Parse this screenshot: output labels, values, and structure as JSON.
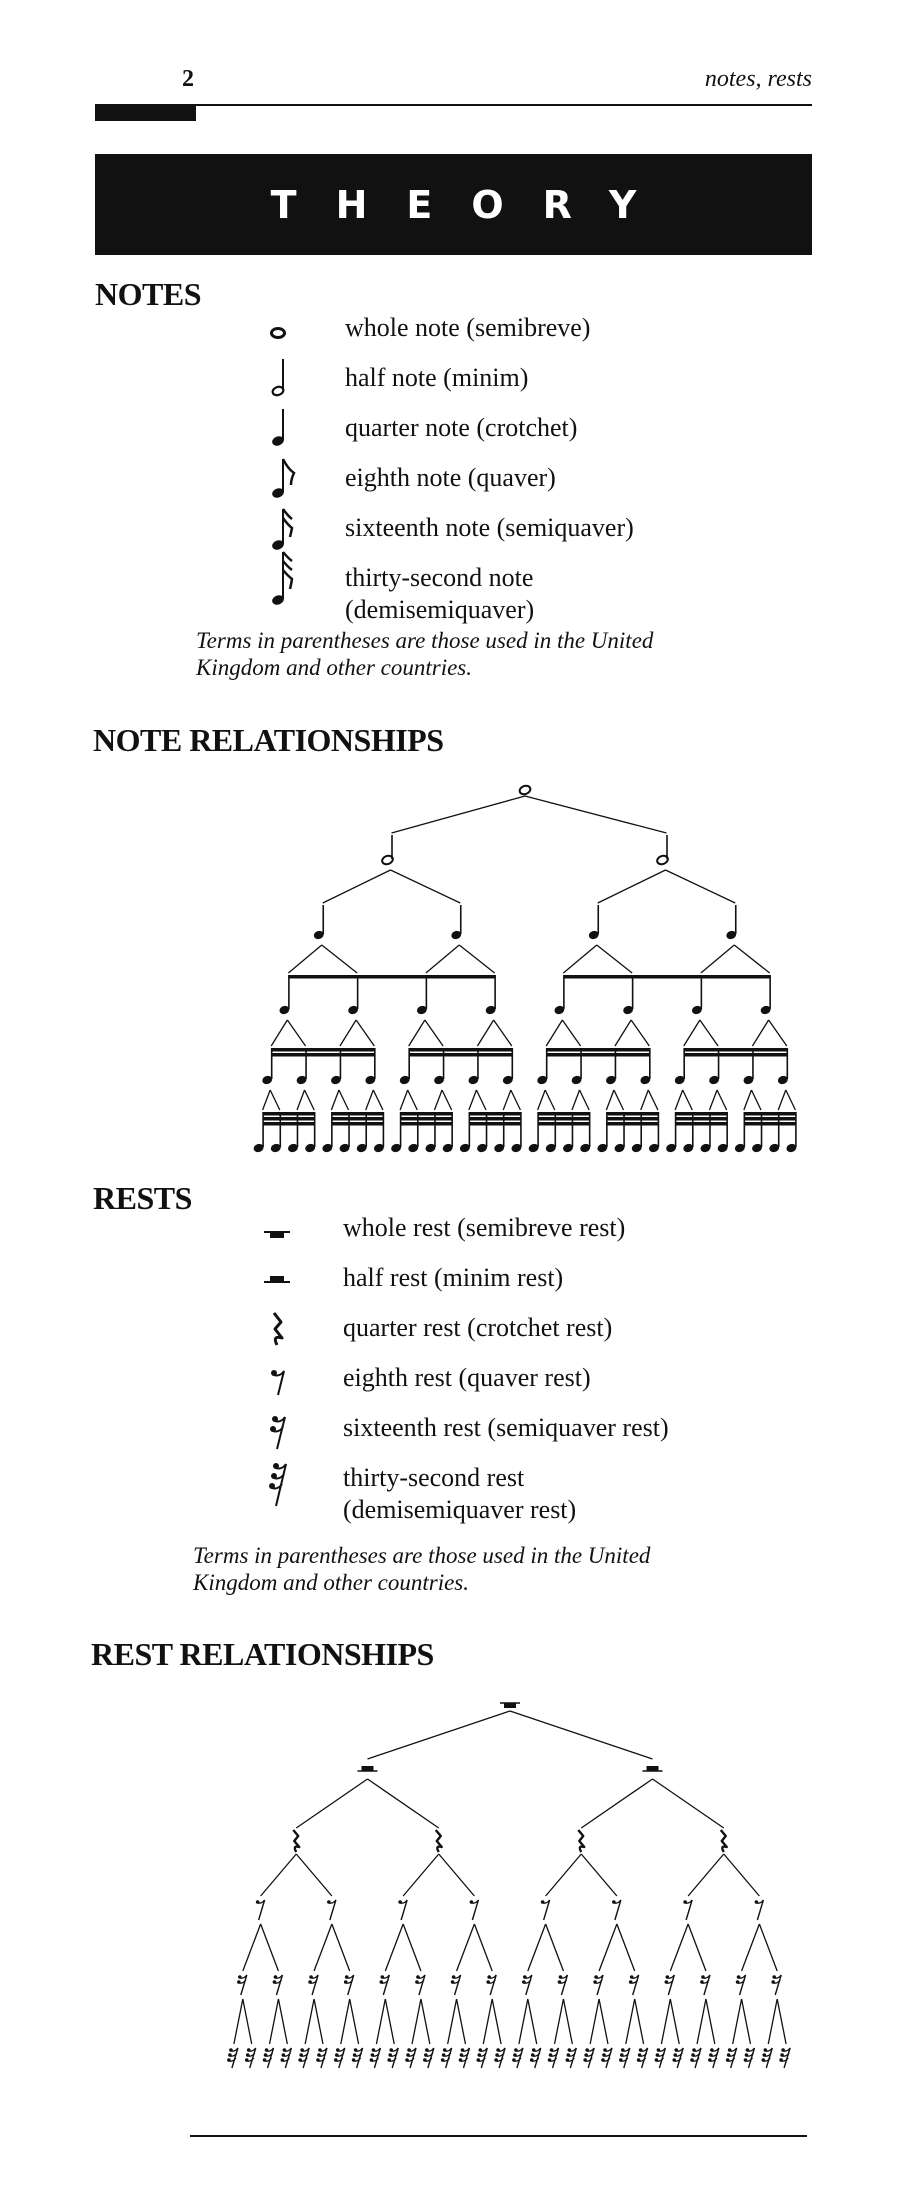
{
  "header": {
    "page_number": "2",
    "running_head": "notes, rests"
  },
  "banner": {
    "title": "THEORY"
  },
  "notes": {
    "title": "NOTES",
    "items": [
      {
        "glyph": "whole-note-icon",
        "label": "whole note (semibreve)"
      },
      {
        "glyph": "half-note-icon",
        "label": "half note (minim)"
      },
      {
        "glyph": "quarter-note-icon",
        "label": "quarter note (crotchet)"
      },
      {
        "glyph": "eighth-note-icon",
        "label": "eighth note (quaver)"
      },
      {
        "glyph": "sixteenth-note-icon",
        "label": "sixteenth note (semiquaver)"
      },
      {
        "glyph": "thirty-second-note-icon",
        "label_line1": "thirty-second note",
        "label_line2": "(demisemiquaver)"
      }
    ],
    "footnote_line1": "Terms in parentheses are those used in the United",
    "footnote_line2": "Kingdom and other countries."
  },
  "note_relationships": {
    "title": "NOTE RELATIONSHIPS"
  },
  "rests": {
    "title": "RESTS",
    "items": [
      {
        "glyph": "whole-rest-icon",
        "label": "whole rest (semibreve rest)"
      },
      {
        "glyph": "half-rest-icon",
        "label": "half rest (minim rest)"
      },
      {
        "glyph": "quarter-rest-icon",
        "label": "quarter rest (crotchet rest)"
      },
      {
        "glyph": "eighth-rest-icon",
        "label": "eighth rest (quaver rest)"
      },
      {
        "glyph": "sixteenth-rest-icon",
        "label": "sixteenth rest (semiquaver rest)"
      },
      {
        "glyph": "thirty-second-rest-icon",
        "label_line1": "thirty-second rest",
        "label_line2": "(demisemiquaver rest)"
      }
    ],
    "footnote_line1": "Terms in parentheses are those used in the United",
    "footnote_line2": "Kingdom and other countries."
  },
  "rest_relationships": {
    "title": "REST RELATIONSHIPS"
  }
}
